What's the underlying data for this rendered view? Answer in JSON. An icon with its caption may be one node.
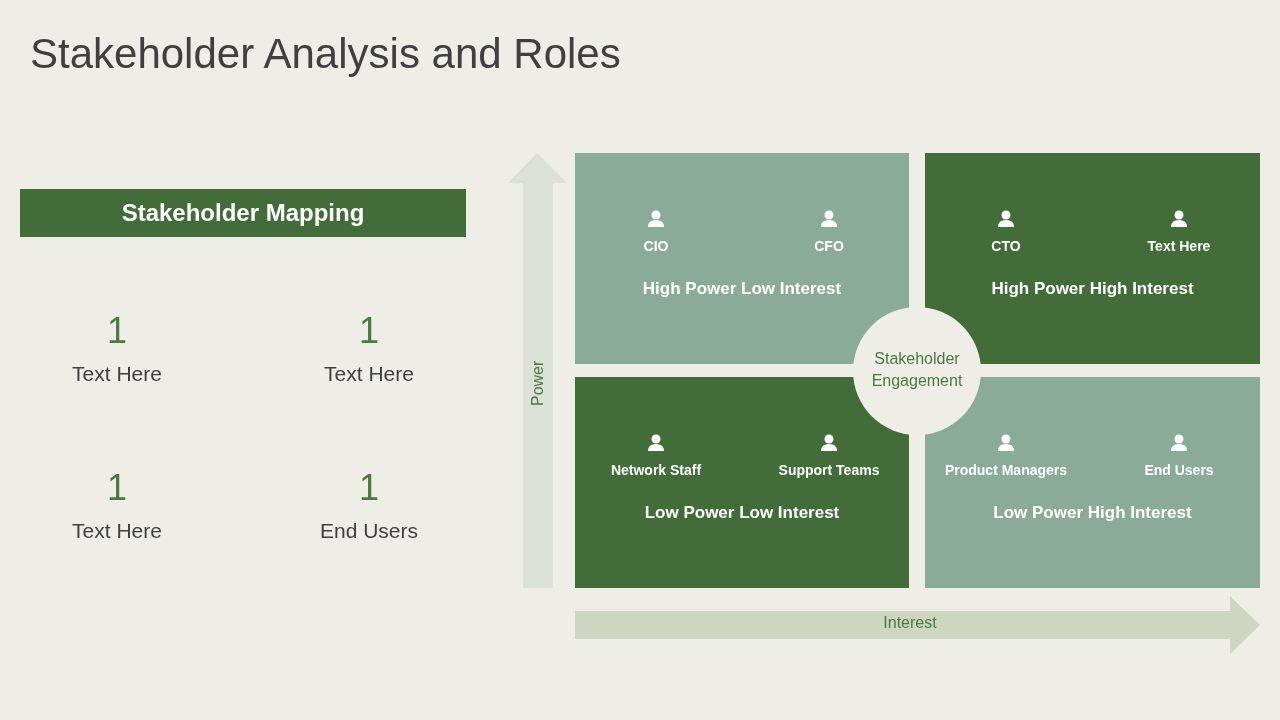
{
  "diagram": {
    "title": "Stakeholder Analysis and Roles",
    "nodes": [
      {
        "text": [
          "Stakeholder Mapping"
        ]
      },
      {
        "text": [
          "CIO",
          "CFO",
          "High Power Low Interest"
        ]
      },
      {
        "text": [
          "CTO",
          "Text Here",
          "High Power High Interest"
        ]
      },
      {
        "text": [
          "Network Staff",
          "Support Teams",
          "Low Power Low Interest"
        ]
      },
      {
        "text": [
          "Product Managers",
          "End Users",
          "Low Power High Interest"
        ]
      },
      {
        "text": [
          "Stakeholder Engagement"
        ]
      }
    ],
    "labels": [
      "1",
      "1",
      "Text Here",
      "Text Here",
      "1",
      "1",
      "Text Here",
      "End Users",
      "Power",
      "Interest"
    ]
  }
}
